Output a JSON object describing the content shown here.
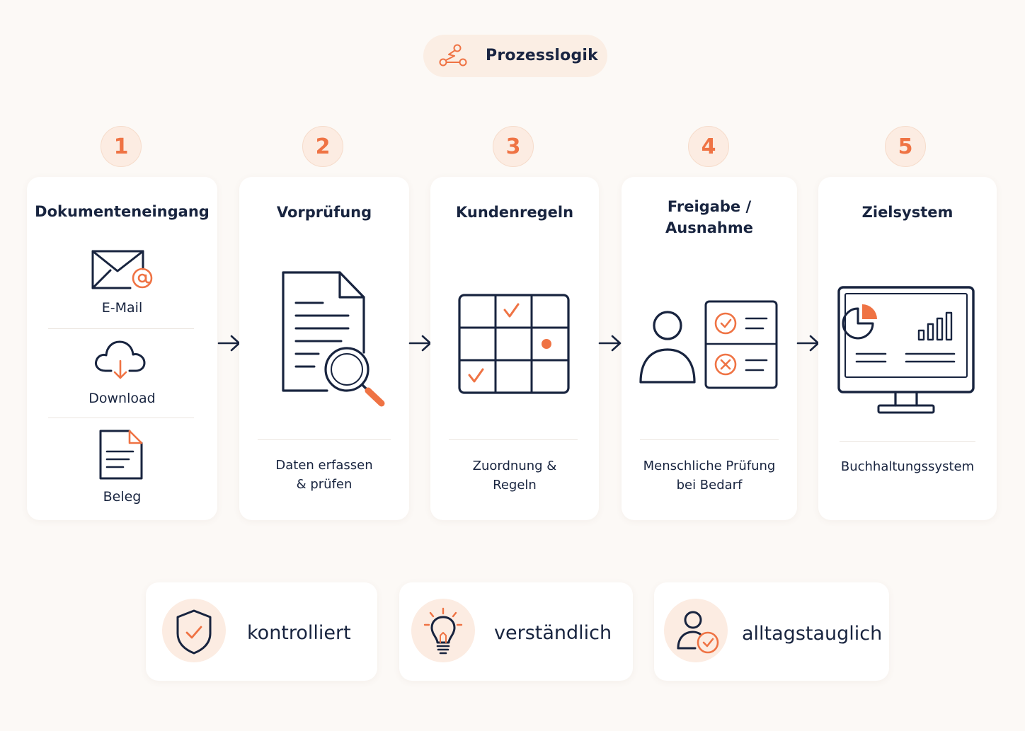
{
  "header": {
    "label": "Prozesslogik",
    "icon": "process-flow-icon"
  },
  "colors": {
    "accent": "#ef7344",
    "navy": "#18243f",
    "background": "#fcf9f6",
    "soft_accent": "#fcece2"
  },
  "steps": [
    {
      "number": "1",
      "title": "Dokumenteneingang",
      "items": [
        {
          "label": "E-Mail",
          "icon": "mail-at-icon"
        },
        {
          "label": "Download",
          "icon": "cloud-download-icon"
        },
        {
          "label": "Beleg",
          "icon": "receipt-document-icon"
        }
      ]
    },
    {
      "number": "2",
      "title": "Vorprüfung",
      "caption_line1": "Daten erfassen",
      "caption_line2": "& prüfen",
      "icon": "document-magnifier-icon"
    },
    {
      "number": "3",
      "title": "Kundenregeln",
      "caption_line1": "Zuordnung &",
      "caption_line2": "Regeln",
      "icon": "rules-grid-icon"
    },
    {
      "number": "4",
      "title_line1": "Freigabe /",
      "title_line2": "Ausnahme",
      "caption_line1": "Menschliche Prüfung",
      "caption_line2": "bei Bedarf",
      "icon": "person-approval-icon"
    },
    {
      "number": "5",
      "title": "Zielsystem",
      "caption_line1": "Buchhaltungssystem",
      "icon": "monitor-dashboard-icon"
    }
  ],
  "features": [
    {
      "label": "kontrolliert",
      "icon": "shield-check-icon"
    },
    {
      "label": "verständlich",
      "icon": "lightbulb-icon"
    },
    {
      "label": "alltagstauglich",
      "icon": "user-check-icon"
    }
  ]
}
